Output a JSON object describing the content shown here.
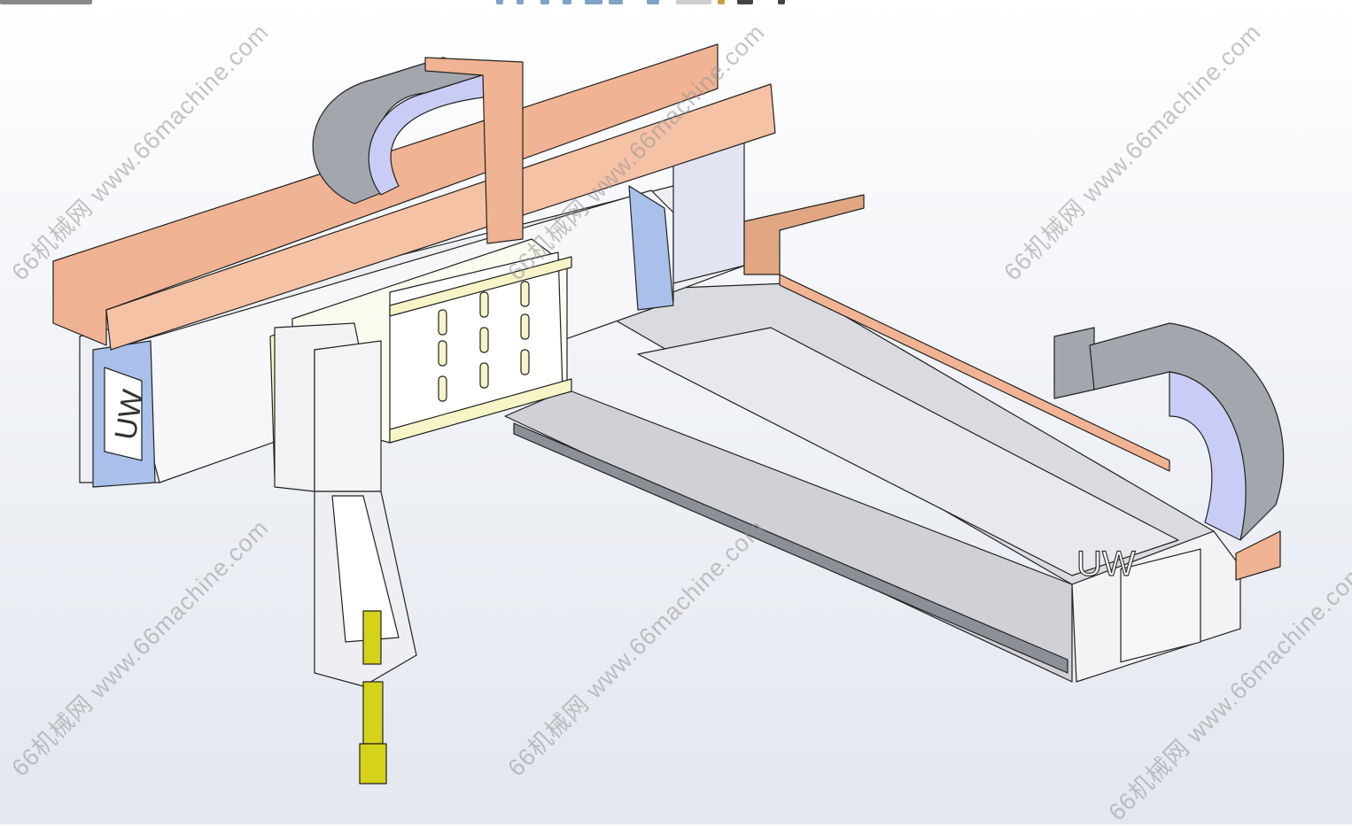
{
  "viewport": {
    "title": "3D assembly view"
  },
  "model": {
    "logo_text": "UW",
    "end_plate_label": "UW"
  },
  "watermark": {
    "text": "66机械网 www.66machine.com"
  },
  "colors": {
    "copper": "#f0b393",
    "body": "#f2f2f4",
    "lavender": "#c9cdf5",
    "cable_grey": "#a3a6ad",
    "yellow": "#d5d21a",
    "cream": "#f7f5c7",
    "blue_plate": "#a9c0ea"
  }
}
